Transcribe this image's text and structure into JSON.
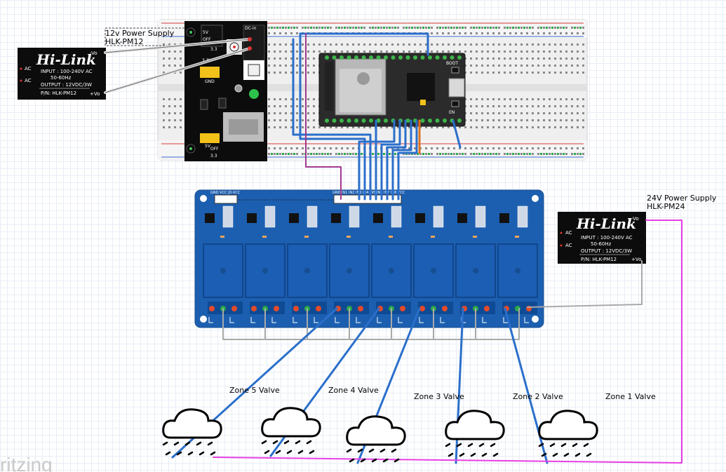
{
  "watermark": "ritzing",
  "psu12": {
    "caption_line1": "12v Power Supply",
    "caption_line2": "HLK-PM12",
    "logo": "Hi-Link",
    "ac1": "AC",
    "ac2": "AC",
    "input_line1": "INPUT : 100-240V AC",
    "input_line2": "50-60Hz",
    "output": "OUTPUT : 12VDC/3W",
    "pn": "P/N: HLK-PM12",
    "neg": "-Vo",
    "pos": "+Vo"
  },
  "psu24": {
    "caption_line1": "24V Power Supply",
    "caption_line2": "HLK-PM24",
    "logo": "Hi-Link",
    "ac1": "AC",
    "ac2": "AC",
    "input_line1": "INPUT : 100-240V AC",
    "input_line2": "50-60Hz",
    "output": "OUTPUT : 12VDC/3W",
    "pn": "P/N: HLK-PM12",
    "neg": "-Vo",
    "pos": "+Vo"
  },
  "breadboard_psu": {
    "dc_in": "DC-in",
    "v33_top": "3.3",
    "off": "OFF",
    "v5_top": "5V",
    "gnd": "GND",
    "v33": "3.3V",
    "v5_bottom": "5V",
    "off_bottom": "OFF",
    "v33_bottom": "3.3"
  },
  "esp32": {
    "boot": "BOOT",
    "en": "EN"
  },
  "relay": {
    "header_left": "GND VCC JD-VCC",
    "header_right": "GND IN1 IN2 IN3 IN4 IN5 IN6 IN7 IN8 VCC"
  },
  "zones": [
    {
      "label": "Zone 5 Valve"
    },
    {
      "label": "Zone 4 Valve"
    },
    {
      "label": "Zone 3 Valve"
    },
    {
      "label": "Zone 2 Valve"
    },
    {
      "label": "Zone 1 Valve"
    }
  ],
  "colors": {
    "wire_blue": "#2a6fcb",
    "wire_purple": "#a2388e",
    "wire_magenta": "#e83fe3",
    "wire_orange": "#e0711e",
    "wire_gray": "#9a9a9a",
    "relay_board": "#1c5fb0",
    "module_black": "#0c0c0c"
  }
}
